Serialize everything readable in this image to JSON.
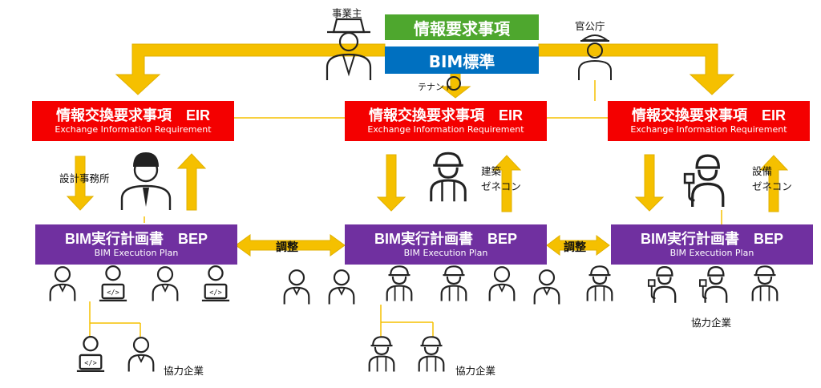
{
  "header": {
    "info_requirements": "情報要求事項",
    "bim_standard": "BIM標準"
  },
  "stakeholders": {
    "owner": "事業主",
    "government": "官公庁",
    "tenant": "テナント"
  },
  "eir": {
    "title": "情報交換要求事項　EIR",
    "subtitle": "Exchange Information Requirement"
  },
  "bep": {
    "title": "BIM実行計画書　BEP",
    "subtitle": "BIM Execution Plan"
  },
  "roles": {
    "design_office": "設計事務所",
    "contractor_a": "建築ゼネコン",
    "contractor_b": "設備ゼネコン",
    "contractor_a_line1": "建築",
    "contractor_a_line2": "ゼネコン",
    "contractor_b_line1": "設備",
    "contractor_b_line2": "ゼネコン"
  },
  "partners": "協力企業",
  "adjust": "調整",
  "colors": {
    "eir_red": "#f40000",
    "bep_purple": "#7030a0",
    "green": "#4ea72e",
    "blue": "#0070c0",
    "arrow_yellow": "#f5c000",
    "line_yellow": "#f5c000"
  }
}
